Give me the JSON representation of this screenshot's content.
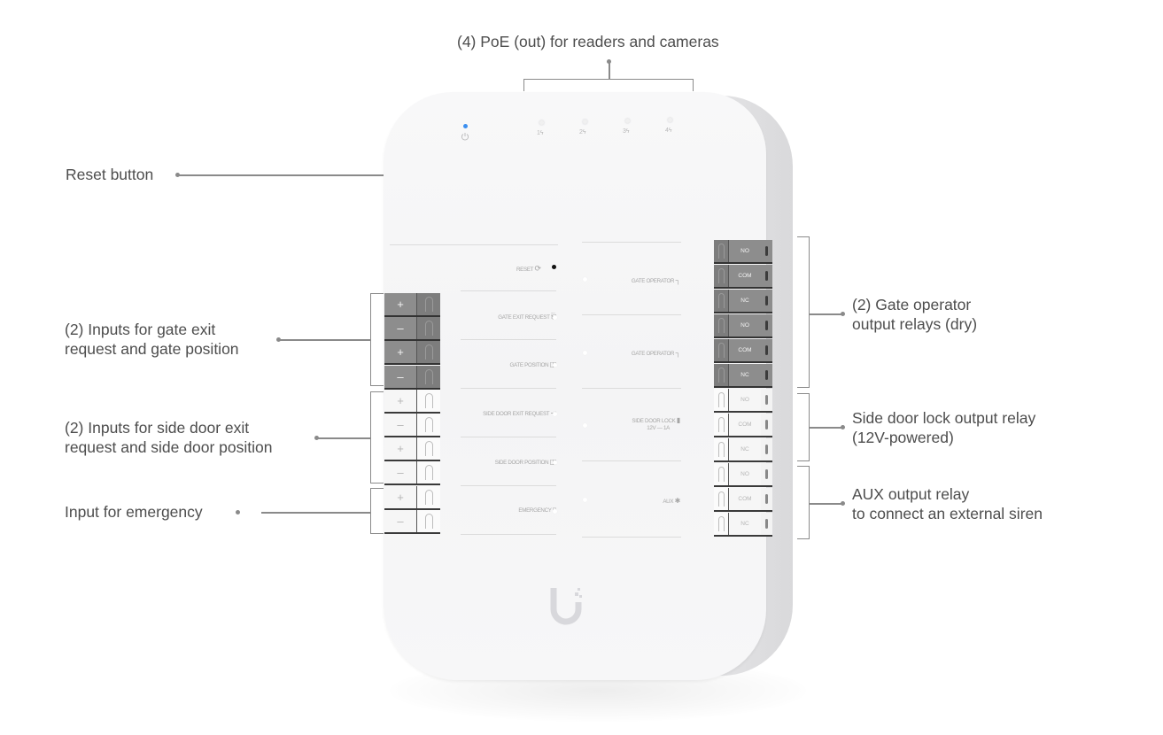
{
  "callouts": {
    "poe": "(4) PoE (out) for readers and cameras",
    "reset": "Reset button",
    "gate_inputs": [
      "(2) Inputs for gate exit",
      "request and gate position"
    ],
    "side_door_inputs": [
      "(2) Inputs for side door exit",
      "request and side door position"
    ],
    "emergency": "Input for emergency",
    "gate_relays": [
      "(2) Gate operator",
      "output relays (dry)"
    ],
    "side_door_relay": [
      "Side door lock output relay",
      "(12V-powered)"
    ],
    "aux_relay": [
      "AUX output relay",
      "to connect an external siren"
    ]
  },
  "device": {
    "power_icon": "power-icon",
    "poe_ports": [
      {
        "label": "1",
        "icon": "lightning-icon"
      },
      {
        "label": "2",
        "icon": "lightning-icon"
      },
      {
        "label": "3",
        "icon": "lightning-icon"
      },
      {
        "label": "4",
        "icon": "lightning-icon"
      }
    ],
    "reset_label": "RESET",
    "left_ports": [
      {
        "label": "GATE EXIT REQUEST",
        "icon": "exit-request-icon"
      },
      {
        "label": "GATE POSITION",
        "icon": "position-sensor-icon"
      },
      {
        "label": "SIDE DOOR EXIT REQUEST",
        "icon": "door-exit-icon"
      },
      {
        "label": "SIDE DOOR POSITION",
        "icon": "position-sensor-icon"
      },
      {
        "label": "EMERGENCY",
        "icon": "emergency-icon"
      }
    ],
    "right_ports": [
      {
        "label": "GATE OPERATOR",
        "sub": "",
        "icon": "gate-icon"
      },
      {
        "label": "GATE OPERATOR",
        "sub": "",
        "icon": "gate-icon"
      },
      {
        "label": "SIDE DOOR LOCK",
        "sub": "12V — 1A",
        "icon": "lock-icon"
      },
      {
        "label": "AUX",
        "sub": "",
        "icon": "siren-icon"
      }
    ],
    "input_terminals": [
      "+",
      "–",
      "+",
      "–",
      "+",
      "–",
      "+",
      "–",
      "+",
      "–"
    ],
    "relay_terminals": [
      "NO",
      "COM",
      "NC",
      "NO",
      "COM",
      "NC",
      "NO",
      "COM",
      "NC",
      "NO",
      "COM",
      "NC"
    ],
    "logo": "ubiquiti-u-logo"
  },
  "colors": {
    "power_led": "#3b8ff0",
    "dark_terminal": "#8d8d8d",
    "light_terminal": "#f3f3f3",
    "callout_text": "#4d4d4d",
    "leader_line": "#8a8a8a"
  }
}
